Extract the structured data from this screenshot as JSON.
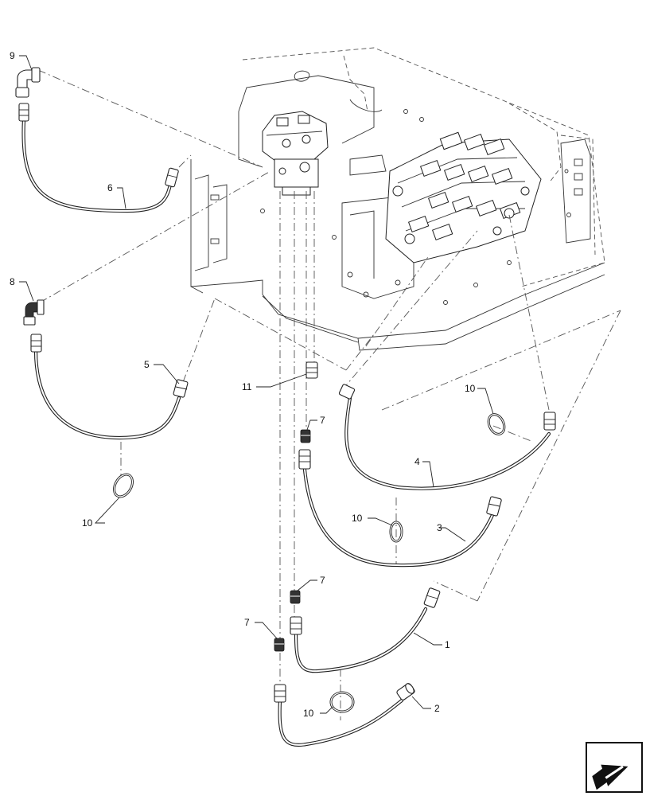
{
  "diagram": {
    "callouts": {
      "c1": "1",
      "c2": "2",
      "c3": "3",
      "c4": "4",
      "c5": "5",
      "c6": "6",
      "c7a": "7",
      "c7b": "7",
      "c7c": "7",
      "c8": "8",
      "c9": "9",
      "c10a": "10",
      "c10b": "10",
      "c10c": "10",
      "c10d": "10",
      "c11": "11"
    },
    "nav_icon": "arrow-next-page-icon"
  }
}
